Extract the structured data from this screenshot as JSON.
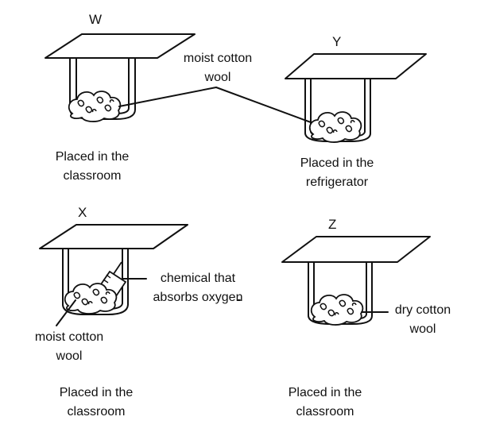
{
  "setups": [
    {
      "id": "W",
      "line1": "Placed in the",
      "line2": "classroom"
    },
    {
      "id": "Y",
      "line1": "Placed in the",
      "line2": "refrigerator"
    },
    {
      "id": "X",
      "line1": "Placed in the",
      "line2": "classroom"
    },
    {
      "id": "Z",
      "line1": "Placed in the",
      "line2": "classroom"
    }
  ],
  "labels": {
    "moist_cotton_top": [
      "moist cotton",
      "wool"
    ],
    "chemical": [
      "chemical that",
      "absorbs oxygen"
    ],
    "moist_cotton_x": [
      "moist cotton",
      "wool"
    ],
    "dry_cotton": [
      "dry cotton",
      "wool"
    ]
  },
  "icons": [
    "jar-icon",
    "cotton-wool-icon",
    "chemical-tube-icon"
  ]
}
